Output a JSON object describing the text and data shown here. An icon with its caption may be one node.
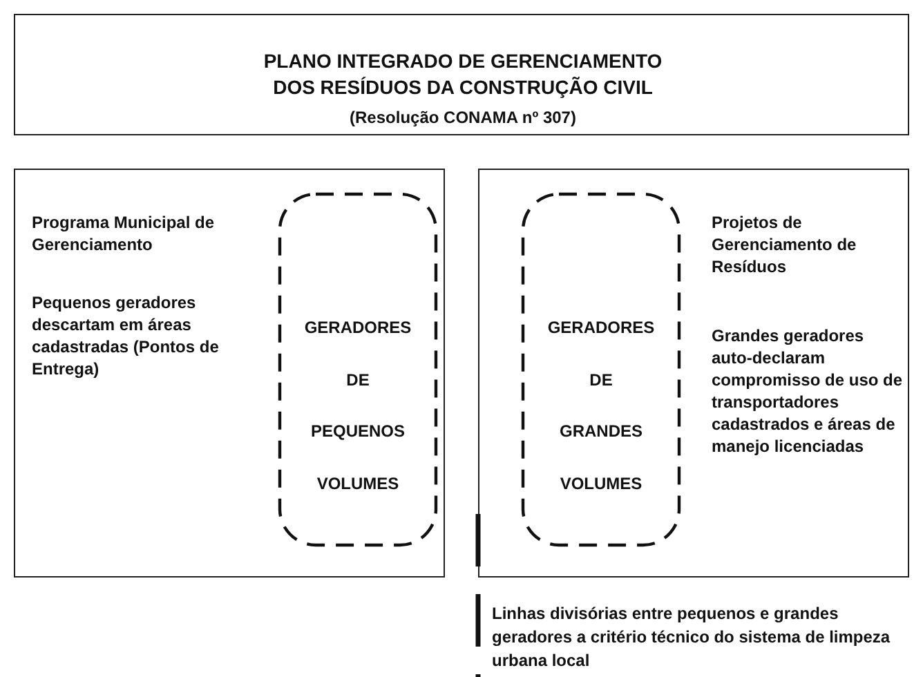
{
  "diagram": {
    "nodes": [
      {
        "text": [
          "PLANO INTEGRADO DE GERENCIAMENTO DOS RESÍDUOS DA CONSTRUÇÃO CIVIL",
          "(Resolução CONAMA nº 307)"
        ]
      },
      {
        "text": [
          "Programa Municipal de Gerenciamento",
          "Pequenos geradores descartam em áreas cadastradas (Pontos de Entrega)"
        ]
      },
      {
        "text": [
          "GERADORES DE PEQUENOS VOLUMES"
        ],
        "in": 1
      },
      {
        "text": [
          "Projetos de Gerenciamento de Resíduos",
          "Grandes geradores auto-declaram compromisso de uso de transportadores cadastrados e áreas de manejo licenciadas"
        ]
      },
      {
        "text": [
          "GERADORES DE GRANDES VOLUMES"
        ],
        "in": 3
      }
    ],
    "labels": [
      "Linhas divisórias entre pequenos e grandes geradores a critério técnico do sistema de limpeza urbana local"
    ]
  }
}
